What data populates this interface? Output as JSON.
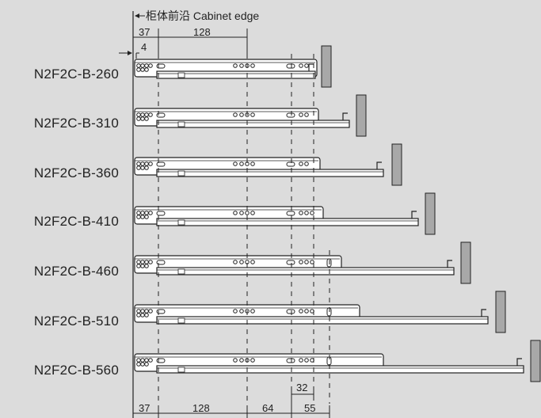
{
  "header": {
    "cabinet_edge_label": "柜体前沿 Cabinet edge"
  },
  "top_dims": {
    "d37": "37",
    "d4": "4",
    "d128": "128"
  },
  "bottom_dims": {
    "d32": "32",
    "d37": "37",
    "d128": "128",
    "d64": "64",
    "d55": "55"
  },
  "models": [
    {
      "label": "N2F2C-B-260"
    },
    {
      "label": "N2F2C-B-310"
    },
    {
      "label": "N2F2C-B-360"
    },
    {
      "label": "N2F2C-B-410"
    },
    {
      "label": "N2F2C-B-460"
    },
    {
      "label": "N2F2C-B-510"
    },
    {
      "label": "N2F2C-B-560"
    }
  ],
  "colors": {
    "background": "#dcdcdc",
    "line": "#222222",
    "rail_fill": "#ffffff",
    "panel_fill": "#a8a8a8"
  }
}
